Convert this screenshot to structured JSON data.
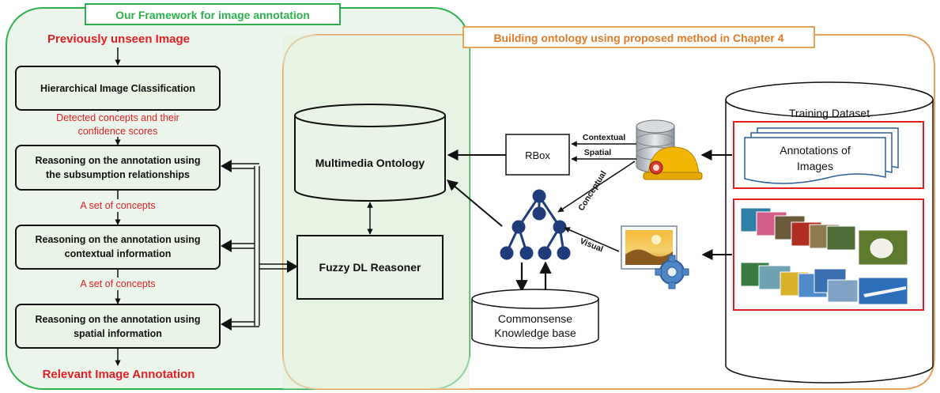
{
  "framework": {
    "title": "Our Framework for image annotation",
    "input_label": "Previously unseen Image",
    "output_label": "Relevant Image Annotation",
    "steps": [
      {
        "line1": "Hierarchical Image Classification",
        "line2": ""
      },
      {
        "line1": "Reasoning on the annotation using",
        "line2": "the subsumption relationships"
      },
      {
        "line1": "Reasoning on the annotation using",
        "line2": "contextual information"
      },
      {
        "line1": "Reasoning on the annotation using",
        "line2": "spatial information"
      }
    ],
    "edge_labels": {
      "detected_line1": "Detected concepts and their",
      "detected_line2": "confidence scores",
      "set1": "A set of concepts",
      "set2": "A set of concepts"
    }
  },
  "building": {
    "title": "Building ontology using proposed method in Chapter 4"
  },
  "nodes": {
    "ontology": "Multimedia Ontology",
    "reasoner": "Fuzzy DL Reasoner",
    "rbox": "RBox",
    "kb_line1": "Commonsense",
    "kb_line2": "Knowledge base",
    "dataset": "Training Dataset",
    "annotations_line1": "Annotations of",
    "annotations_line2": "Images"
  },
  "edge_tags": {
    "contextual": "Contextual",
    "spatial": "Spatial",
    "conceptual": "Conceptual",
    "visual": "Visual"
  },
  "colors": {
    "framework_border": "#2bb24c",
    "framework_fill": "#ebf5eb",
    "building_border": "#e8a25a",
    "building_title": "#e07b2a",
    "highlight_red": "#e21f26",
    "box_fill": "#e9f3e6",
    "tree_nodes": "#1f3d7a"
  }
}
